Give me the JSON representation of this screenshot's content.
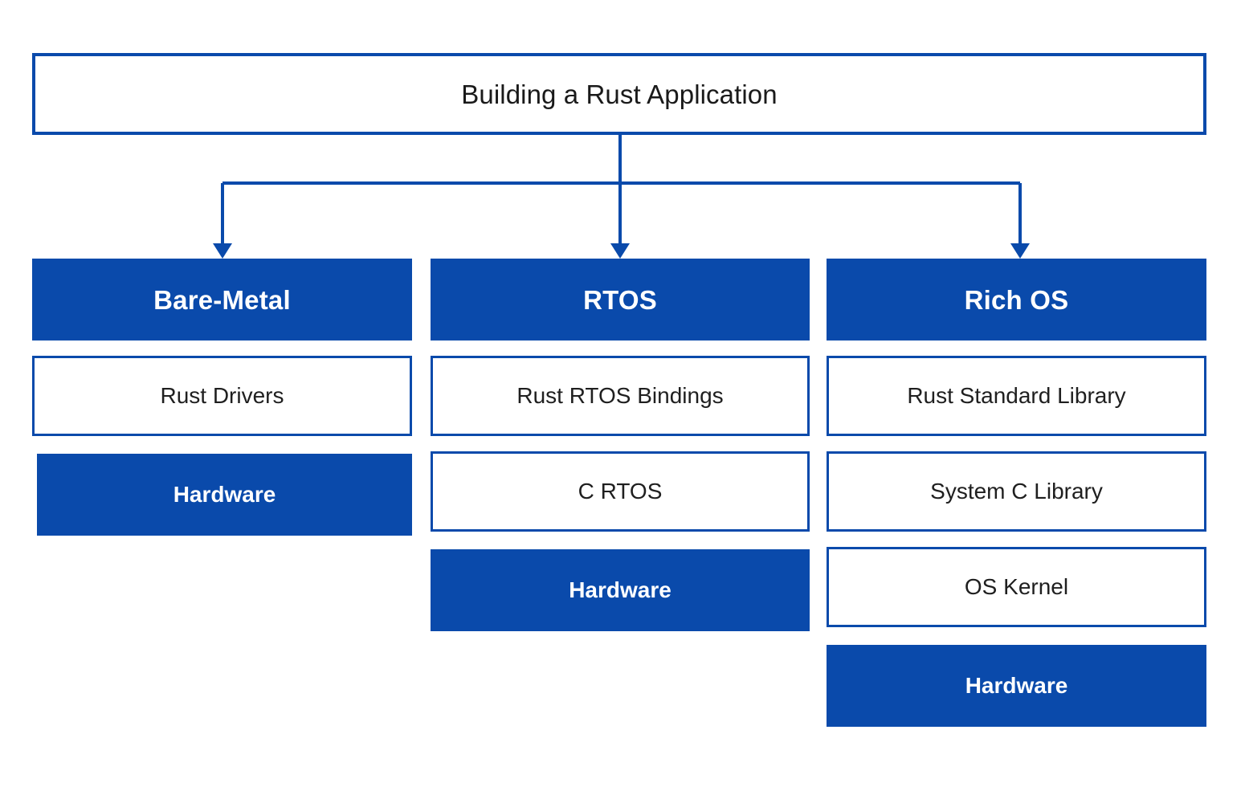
{
  "diagram": {
    "title": "Building a Rust Application",
    "type": "tree-stack-diagram",
    "colors": {
      "primary_blue": "#0a4aab",
      "box_fill": "#ffffff",
      "text_dark": "#1a1a1a",
      "text_light": "#ffffff",
      "background": "#ffffff"
    },
    "root": {
      "label": "Building a Rust Application",
      "style": "outlined"
    },
    "branches": [
      {
        "header": "Bare-Metal",
        "layers": [
          {
            "label": "Rust Drivers",
            "style": "outlined"
          },
          {
            "label": "Hardware",
            "style": "filled"
          }
        ]
      },
      {
        "header": "RTOS",
        "layers": [
          {
            "label": "Rust RTOS Bindings",
            "style": "outlined"
          },
          {
            "label": "C RTOS",
            "style": "outlined"
          },
          {
            "label": "Hardware",
            "style": "filled"
          }
        ]
      },
      {
        "header": "Rich OS",
        "layers": [
          {
            "label": "Rust Standard Library",
            "style": "outlined"
          },
          {
            "label": "System C Library",
            "style": "outlined"
          },
          {
            "label": "OS Kernel",
            "style": "outlined"
          },
          {
            "label": "Hardware",
            "style": "filled"
          }
        ]
      }
    ],
    "connectors": {
      "kind": "orthogonal-arrows",
      "arrow_count": 3,
      "description": "stem from root down to horizontal bus, then three down-arrows into branch headers"
    }
  }
}
